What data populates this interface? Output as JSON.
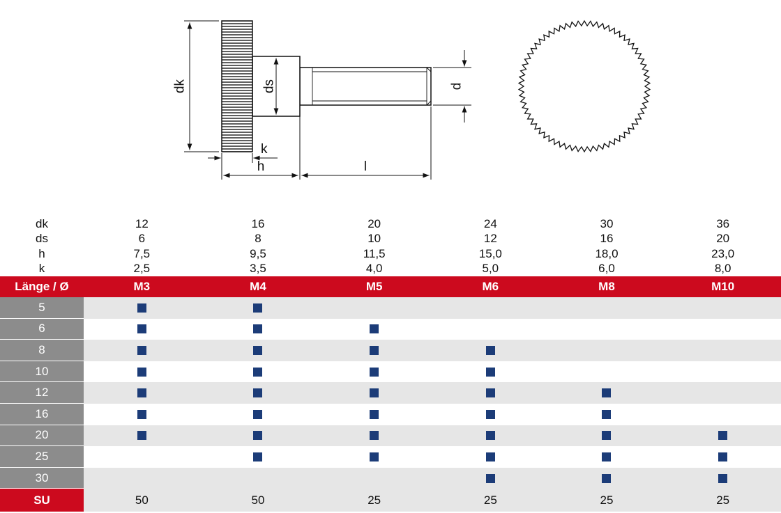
{
  "drawing": {
    "labels": {
      "dk": "dk",
      "ds": "ds",
      "d": "d",
      "k": "k",
      "h": "h",
      "l": "l"
    }
  },
  "table": {
    "dimension_rows": [
      {
        "label": "dk",
        "values": [
          "12",
          "16",
          "20",
          "24",
          "30",
          "36"
        ]
      },
      {
        "label": "ds",
        "values": [
          "6",
          "8",
          "10",
          "12",
          "16",
          "20"
        ]
      },
      {
        "label": "h",
        "values": [
          "7,5",
          "9,5",
          "11,5",
          "15,0",
          "18,0",
          "23,0"
        ]
      },
      {
        "label": "k",
        "values": [
          "2,5",
          "3,5",
          "4,0",
          "5,0",
          "6,0",
          "8,0"
        ]
      }
    ],
    "header": {
      "label": "Länge / Ø",
      "columns": [
        "M3",
        "M4",
        "M5",
        "M6",
        "M8",
        "M10"
      ]
    },
    "length_rows": [
      {
        "label": "5",
        "available": [
          true,
          true,
          false,
          false,
          false,
          false
        ]
      },
      {
        "label": "6",
        "available": [
          true,
          true,
          true,
          false,
          false,
          false
        ]
      },
      {
        "label": "8",
        "available": [
          true,
          true,
          true,
          true,
          false,
          false
        ]
      },
      {
        "label": "10",
        "available": [
          true,
          true,
          true,
          true,
          false,
          false
        ]
      },
      {
        "label": "12",
        "available": [
          true,
          true,
          true,
          true,
          true,
          false
        ]
      },
      {
        "label": "16",
        "available": [
          true,
          true,
          true,
          true,
          true,
          false
        ]
      },
      {
        "label": "20",
        "available": [
          true,
          true,
          true,
          true,
          true,
          true
        ]
      },
      {
        "label": "25",
        "available": [
          false,
          true,
          true,
          true,
          true,
          true
        ]
      },
      {
        "label": "30",
        "available": [
          false,
          false,
          false,
          true,
          true,
          true
        ]
      }
    ],
    "su_row": {
      "label": "SU",
      "values": [
        "50",
        "50",
        "25",
        "25",
        "25",
        "25"
      ]
    }
  },
  "colors": {
    "red": "#cc0a1e",
    "label_gray": "#8c8c8c",
    "row_alt": "#e6e6e6",
    "square_blue": "#1c3c78"
  }
}
